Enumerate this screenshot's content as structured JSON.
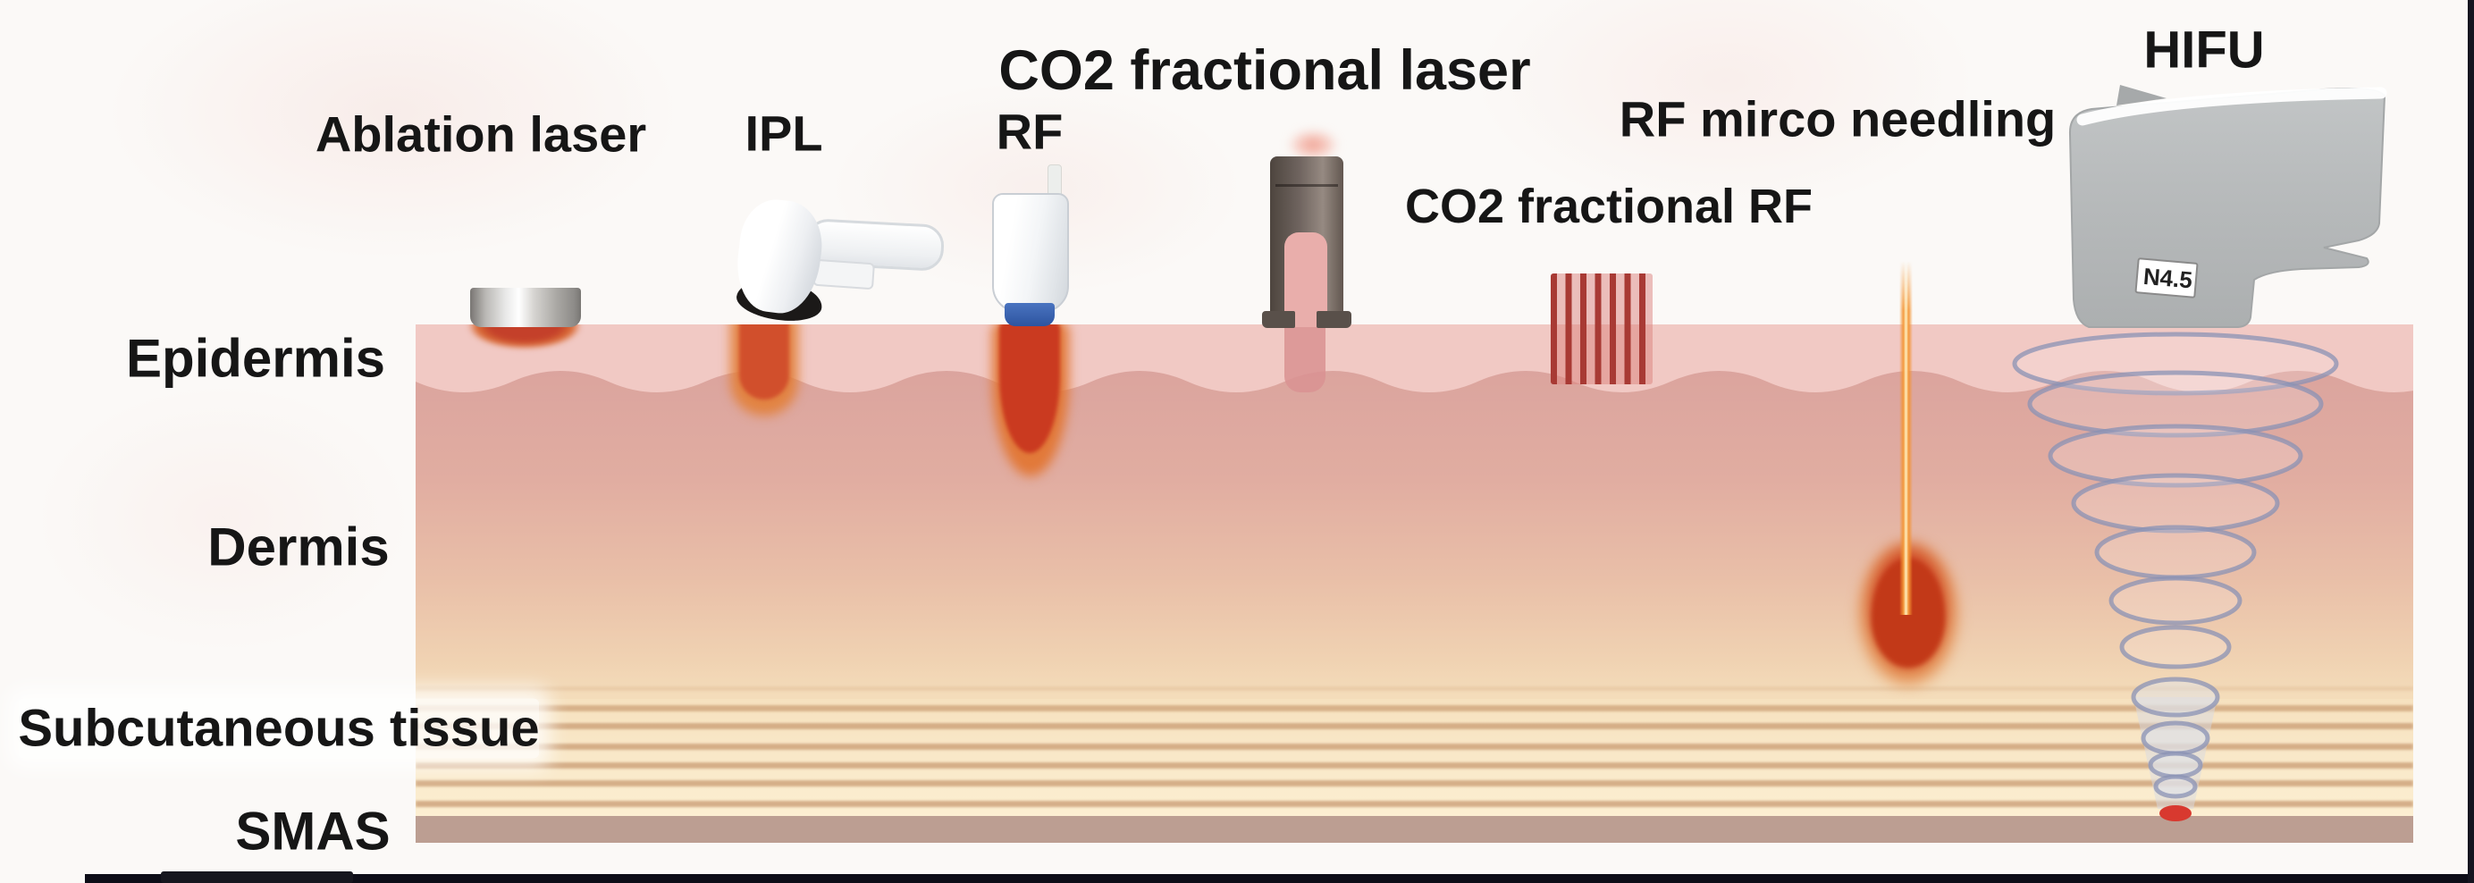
{
  "treatments": {
    "ablation_laser": "Ablation laser",
    "ipl": "IPL",
    "rf": "RF",
    "co2_fractional_laser": "CO2 fractional laser",
    "co2_fractional_rf": "CO2 fractional RF",
    "rf_micro_needling": "RF mirco needling",
    "hifu": "HIFU"
  },
  "layers": {
    "epidermis": "Epidermis",
    "dermis": "Dermis",
    "subcutaneous_tissue": "Subcutaneous tissue",
    "smas": "SMAS"
  },
  "hifu_badge": "N4.5",
  "colors": {
    "epidermis": "#f1c9c4",
    "dermis_top": "#dba49e",
    "dermis_mid": "#e9bfa8",
    "dermis_bottom": "#f5e0bd",
    "subcutaneous_bg": "#f7e4c4",
    "subcutaneous_line": "#cfa57c",
    "smas": "#bc9e92",
    "glow_core": "#ca3a20",
    "glow_halo": "#e0743a",
    "needle": "#ffeebd",
    "hifu_ring": "#8a92b4",
    "hifu_focus_dot": "#d8392f",
    "rf_blue_tip": "#3c66b0",
    "co2_handpiece": "#5e544e",
    "comb_stripe": "#a83a34",
    "border_bar": "#10101c"
  }
}
